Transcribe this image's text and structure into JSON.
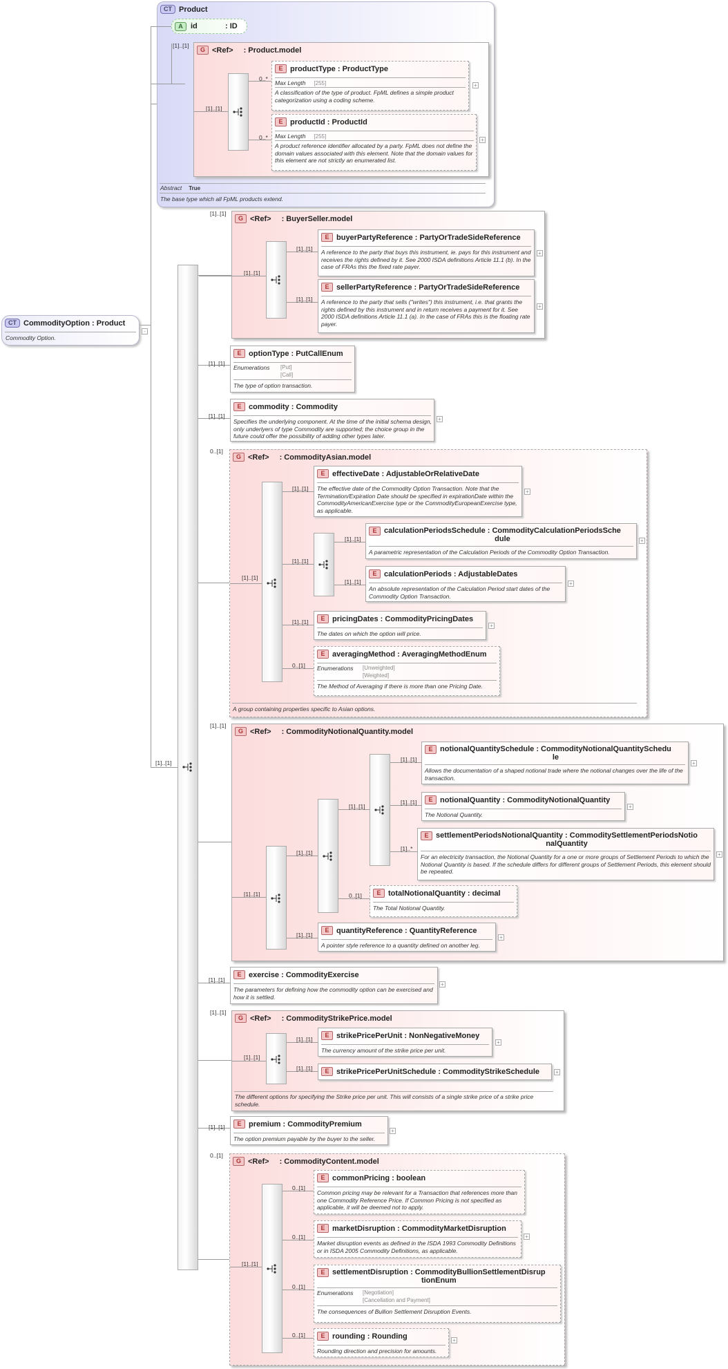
{
  "product": {
    "tag": "CT",
    "title": "Product",
    "attr_tag": "A",
    "attr_name": "id",
    "attr_type": ": ID",
    "ref_card": "[1]..[1]",
    "abstract_label": "Abstract",
    "abstract_value": "True",
    "desc": "The base type which all FpML products extend."
  },
  "product_model": {
    "tag": "G",
    "ref": "<Ref>",
    "name": ": Product.model",
    "seq_card": "[1]..[1]",
    "items": [
      {
        "tag": "E",
        "name": "productType : ProductType",
        "card": "0..*",
        "facet": "Max Length",
        "facet_val": "[255]",
        "desc": "A classification of the type of product. FpML defines a simple product categorization using a coding scheme."
      },
      {
        "tag": "E",
        "name": "productId : ProductId",
        "card": "0..*",
        "facet": "Max Length",
        "facet_val": "[255]",
        "desc": "A product reference identifier allocated by a party. FpML does not define the domain values associated with this element. Note that the domain values for this element are not strictly an enumerated list."
      }
    ]
  },
  "root": {
    "tag": "CT",
    "name": "CommodityOption : Product",
    "desc": "Commodity Option.",
    "seq_card": "[1]..[1]"
  },
  "buyer_seller": {
    "card": "[1]..[1]",
    "tag": "G",
    "ref": "<Ref>",
    "name": ": BuyerSeller.model",
    "seq_card": "[1]..[1]",
    "items": [
      {
        "tag": "E",
        "name": "buyerPartyReference : PartyOrTradeSideReference",
        "card": "[1]..[1]",
        "desc": "A reference to the party that buys this instrument, ie. pays for this instrument and receives the rights defined by it. See 2000 ISDA definitions Article 11.1 (b). In the case of FRAs this the fixed rate payer."
      },
      {
        "tag": "E",
        "name": "sellerPartyReference : PartyOrTradeSideReference",
        "card": "[1]..[1]",
        "desc": "A reference to the party that sells (\"writes\") this instrument, i.e. that grants the rights defined by this instrument and in return receives a payment for it. See 2000 ISDA definitions Article 11.1 (a). In the case of FRAs this is the floating rate payer."
      }
    ]
  },
  "option_type": {
    "card": "[1]..[1]",
    "tag": "E",
    "name": "optionType : PutCallEnum",
    "enum_label": "Enumerations",
    "enum_vals": [
      "[Put]",
      "[Call]"
    ],
    "desc": "The type of option transaction."
  },
  "commodity": {
    "card": "[1]..[1]",
    "tag": "E",
    "name": "commodity : Commodity",
    "desc": "Specifies the underlying component. At the time of the initial schema design, only underlyers of type Commodity are supported; the choice group in the future could offer the possibility of adding other types later."
  },
  "asian": {
    "card": "0..[1]",
    "tag": "G",
    "ref": "<Ref>",
    "name": ": CommodityAsian.model",
    "seq_card": "[1]..[1]",
    "desc": "A group containing properties specific to Asian options.",
    "effective": {
      "tag": "E",
      "name": "effectiveDate : AdjustableOrRelativeDate",
      "card": "[1]..[1]",
      "desc": "The effective date of the Commodity Option Transaction. Note that the Termination/Expiration Date should be specified in expirationDate within the CommodityAmericanExercise type or the CommodityEuropeanExercise type, as applicable."
    },
    "choice_card": "[1]..[1]",
    "cps": {
      "tag": "E",
      "name1": "calculationPeriodsSchedule : CommodityCalculationPeriodsSche",
      "name2": "dule",
      "card": "[1]..[1]",
      "desc": "A parametric representation of the Calculation Periods of the Commodity Option Transaction."
    },
    "cp": {
      "tag": "E",
      "name": "calculationPeriods : AdjustableDates",
      "card": "[1]..[1]",
      "desc": "An absolute representation of the Calculation Period start dates of the Commodity Option Transaction."
    },
    "pricing": {
      "tag": "E",
      "name": "pricingDates : CommodityPricingDates",
      "card": "[1]..[1]",
      "desc": "The dates on which the option will price."
    },
    "averaging": {
      "tag": "E",
      "name": "averagingMethod : AveragingMethodEnum",
      "card": "0..[1]",
      "enum_label": "Enumerations",
      "enum_vals": [
        "[Unweighted]",
        "[Weighted]"
      ],
      "desc": "The Method of Averaging if there is more than one Pricing Date."
    }
  },
  "notional": {
    "card": "[1]..[1]",
    "tag": "G",
    "ref": "<Ref>",
    "name": ": CommodityNotionalQuantity.model",
    "seq_card": "[1]..[1]",
    "choice_card": "[1]..[1]",
    "inner_card": "[1]..[1]",
    "nqs": {
      "tag": "E",
      "name1": "notionalQuantitySchedule : CommodityNotionalQuantitySchedu",
      "name2": "le",
      "card": "[1]..[1]",
      "desc": "Allows the documentation of a shaped notional trade where the notional changes over the life of the transaction."
    },
    "nq": {
      "tag": "E",
      "name": "notionalQuantity : CommodityNotionalQuantity",
      "card": "[1]..[1]",
      "desc": "The Notional Quantity."
    },
    "spnq": {
      "tag": "E",
      "name1": "settlementPeriodsNotionalQuantity : CommoditySettlementPeriodsNotio",
      "name2": "nalQuantity",
      "card": "[1]..*",
      "desc": "For an electricity transaction, the Notional Quantity for a one or more groups of Settlement Periods to which the Notional Quantity is based. If the schedule differs for different groups of Settlement Periods, this element should be repeated."
    },
    "tnq": {
      "tag": "E",
      "name": "totalNotionalQuantity : decimal",
      "card": "0..[1]",
      "desc": "The Total Notional Quantity."
    },
    "qr": {
      "tag": "E",
      "name": "quantityReference : QuantityReference",
      "card": "[1]..[1]",
      "desc": "A pointer style reference to a quantity defined on another leg."
    }
  },
  "exercise": {
    "card": "[1]..[1]",
    "tag": "E",
    "name": "exercise : CommodityExercise",
    "desc": "The parameters for defining how the commodity option can be exercised and how it is settled."
  },
  "strike": {
    "card": "[1]..[1]",
    "tag": "G",
    "ref": "<Ref>",
    "name": ": CommodityStrikePrice.model",
    "seq_card": "[1]..[1]",
    "desc": "The different options for specifying the Strike price per unit. This will consists of a single strike price of a strike price schedule.",
    "items": [
      {
        "tag": "E",
        "name": "strikePricePerUnit : NonNegativeMoney",
        "card": "[1]..[1]",
        "desc": "The currency amount of the strike price per unit."
      },
      {
        "tag": "E",
        "name": "strikePricePerUnitSchedule : CommodityStrikeSchedule",
        "card": "[1]..[1]",
        "desc": ""
      }
    ]
  },
  "premium": {
    "card": "[1]..[1]",
    "tag": "E",
    "name": "premium : CommodityPremium",
    "desc": "The option premium payable by the buyer to the seller."
  },
  "content": {
    "card": "0..[1]",
    "tag": "G",
    "ref": "<Ref>",
    "name": ": CommodityContent.model",
    "seq_card": "[1]..[1]",
    "cp": {
      "tag": "E",
      "name": "commonPricing : boolean",
      "card": "0..[1]",
      "desc": "Common pricing may be relevant for a Transaction that references more than one Commodity Reference Price. If Common Pricing is not specified as applicable, it will be deemed not to apply."
    },
    "md": {
      "tag": "E",
      "name": "marketDisruption : CommodityMarketDisruption",
      "card": "0..[1]",
      "desc": "Market disruption events as defined in the ISDA 1993 Commodity Definitions or in ISDA 2005 Commodity Definitions, as applicable."
    },
    "sd": {
      "tag": "E",
      "name1": "settlementDisruption : CommodityBullionSettlementDisrup",
      "name2": "tionEnum",
      "card": "0..[1]",
      "enum_label": "Enumerations",
      "enum_vals": [
        "[Negotiation]",
        "[Cancellation and Payment]"
      ],
      "desc": "The consequences of Bullion Settlement Disruption Events."
    },
    "rd": {
      "tag": "E",
      "name": "rounding : Rounding",
      "card": "0..[1]",
      "desc": "Rounding direction and precision for amounts."
    }
  },
  "colors": {
    "ct_fill": "#d9daf7",
    "group_fill": "#fcdcdc",
    "element_tag": "#f4c8c8",
    "attr_tag": "#c5ecc5"
  }
}
